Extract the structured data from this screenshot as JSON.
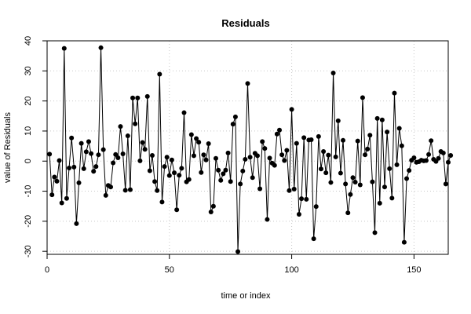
{
  "chart_data": {
    "type": "line",
    "title": "Residuals",
    "xlabel": "time or index",
    "ylabel": "value of Residuals",
    "xlim": [
      0,
      164
    ],
    "ylim": [
      -31,
      40
    ],
    "x_ticks": [
      0,
      50,
      100,
      150
    ],
    "y_ticks": [
      -30,
      -20,
      -10,
      0,
      10,
      20,
      30,
      40
    ],
    "grid": true,
    "markers": "filled-circle",
    "line_color": "#000000",
    "series": [
      {
        "values": [
          2.3,
          -11.2,
          -5.3,
          -6.7,
          0.2,
          -13.9,
          37.5,
          -12.4,
          -2.3,
          7.7,
          -2.0,
          -20.8,
          -7.2,
          5.9,
          -2.5,
          3.1,
          6.5,
          2.5,
          -3.4,
          -1.8,
          2.1,
          37.7,
          3.8,
          -11.4,
          -8.1,
          -8.6,
          -0.6,
          2.2,
          1.1,
          11.5,
          2.4,
          -9.7,
          8.4,
          -9.5,
          21.0,
          12.4,
          21.0,
          0.1,
          6.2,
          3.9,
          21.5,
          -3.2,
          1.9,
          -6.8,
          -9.8,
          28.9,
          -13.6,
          -1.8,
          1.3,
          -4.8,
          0.4,
          -3.9,
          -16.2,
          -4.7,
          -2.4,
          16.1,
          -6.9,
          -6.1,
          8.8,
          1.8,
          7.5,
          6.3,
          -3.8,
          2.1,
          0.4,
          5.8,
          -16.9,
          -15.0,
          0.9,
          -3.0,
          -6.4,
          -4.2,
          -3.0,
          2.7,
          -6.8,
          12.3,
          14.7,
          -30.1,
          -7.6,
          -3.3,
          0.6,
          25.8,
          1.3,
          -5.5,
          2.6,
          1.8,
          -9.2,
          6.5,
          4.2,
          -19.4,
          1.0,
          -0.7,
          -1.4,
          9.0,
          10.3,
          2.1,
          0.2,
          3.6,
          -9.8,
          17.2,
          -9.3,
          5.9,
          -17.7,
          -12.5,
          7.8,
          -12.7,
          7.0,
          7.1,
          -25.8,
          -15.1,
          8.2,
          -2.6,
          3.2,
          -3.9,
          2.0,
          -7.1,
          29.3,
          1.4,
          13.4,
          -4.0,
          6.9,
          -7.6,
          -17.2,
          -11.1,
          -5.5,
          -7.0,
          6.7,
          -7.9,
          21.1,
          2.1,
          4.0,
          8.6,
          -6.9,
          -23.8,
          14.2,
          -14.0,
          13.7,
          -8.6,
          9.7,
          -2.5,
          -12.3,
          22.6,
          -1.2,
          10.9,
          5.1,
          -27.0,
          -5.8,
          -3.1,
          0.3,
          1.1,
          -0.4,
          -0.2,
          0.3,
          0.1,
          0.2,
          2.2,
          6.8,
          0.6,
          -0.1,
          0.9,
          3.2,
          2.7,
          -7.6,
          -0.4,
          1.9
        ]
      }
    ]
  }
}
